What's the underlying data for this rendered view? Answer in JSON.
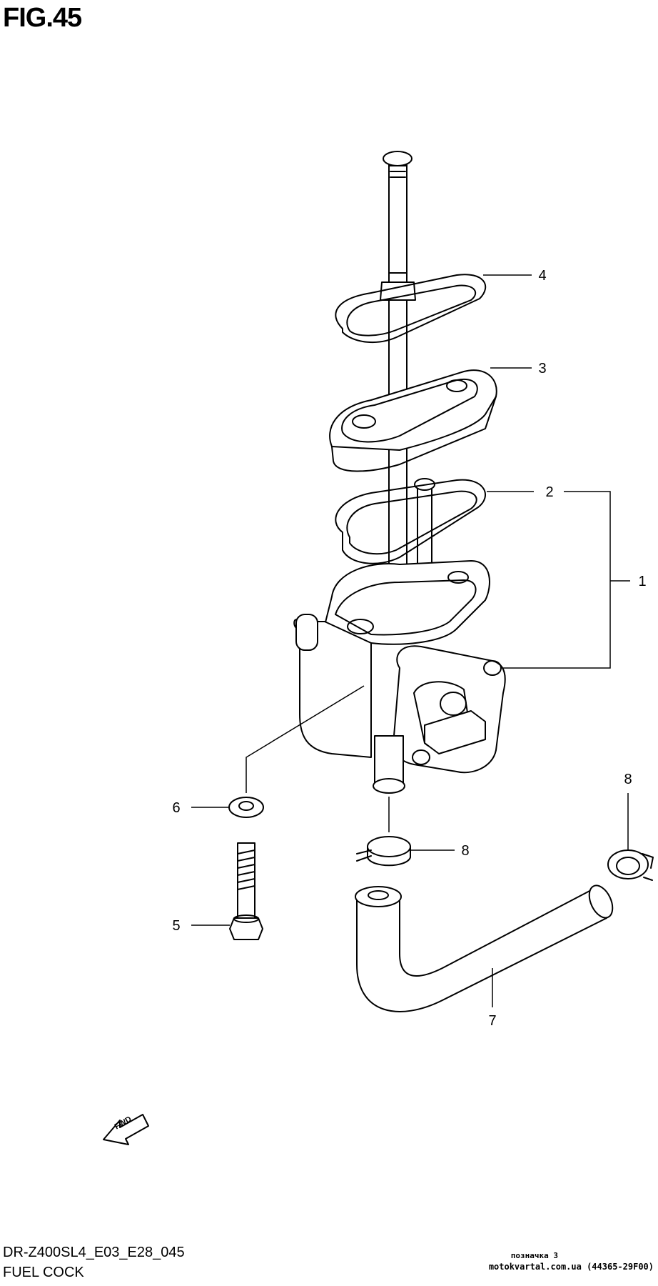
{
  "header": {
    "figure_title": "FIG.45"
  },
  "callouts": {
    "c1": "1",
    "c2": "2",
    "c3": "3",
    "c4": "4",
    "c5": "5",
    "c6": "6",
    "c7": "7",
    "c8a": "8",
    "c8b": "8"
  },
  "direction_marker": {
    "label": "FWD"
  },
  "footer": {
    "model_code": "DR-Z400SL4_E03_E28_045",
    "figure_name": "FUEL COCK"
  },
  "watermark": {
    "line1": "позначка 3",
    "line2": "motokvartal.com.ua (44365-29F00)"
  }
}
